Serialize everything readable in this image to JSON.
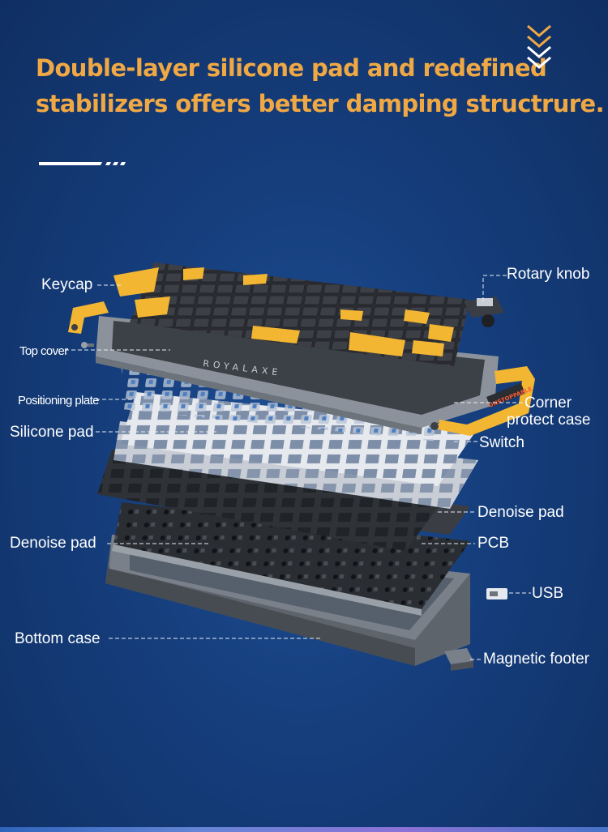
{
  "headline": {
    "line1": "Double-layer silicone pad and redefined",
    "line2": "stabilizers offers better damping structrure."
  },
  "brand_on_cover": "ROYALAXE",
  "brand_on_case": "UNSTOPPABLE",
  "labels": {
    "keycap": "Keycap",
    "top_cover": "Top cover",
    "positioning_plate": "Positioning plate",
    "silicone_pad": "Silicone pad",
    "denoise_pad_left": "Denoise pad",
    "bottom_case": "Bottom case",
    "rotary_knob": "Rotary knob",
    "corner_line1": "Corner",
    "corner_line2": "protect case",
    "switch": "Switch",
    "denoise_pad_right": "Denoise pad",
    "pcb": "PCB",
    "usb": "USB",
    "magnetic_footer": "Magnetic footer"
  },
  "colors": {
    "background": "#163f7e",
    "headline": "#f0a844",
    "keycap_yellow": "#f2b632",
    "keycap_dark": "#3c3f46",
    "frame_grey": "#8c929b",
    "plate_white": "#e9ecef",
    "pcb_dark": "#2c2f34",
    "case_grey": "#6f757d"
  }
}
